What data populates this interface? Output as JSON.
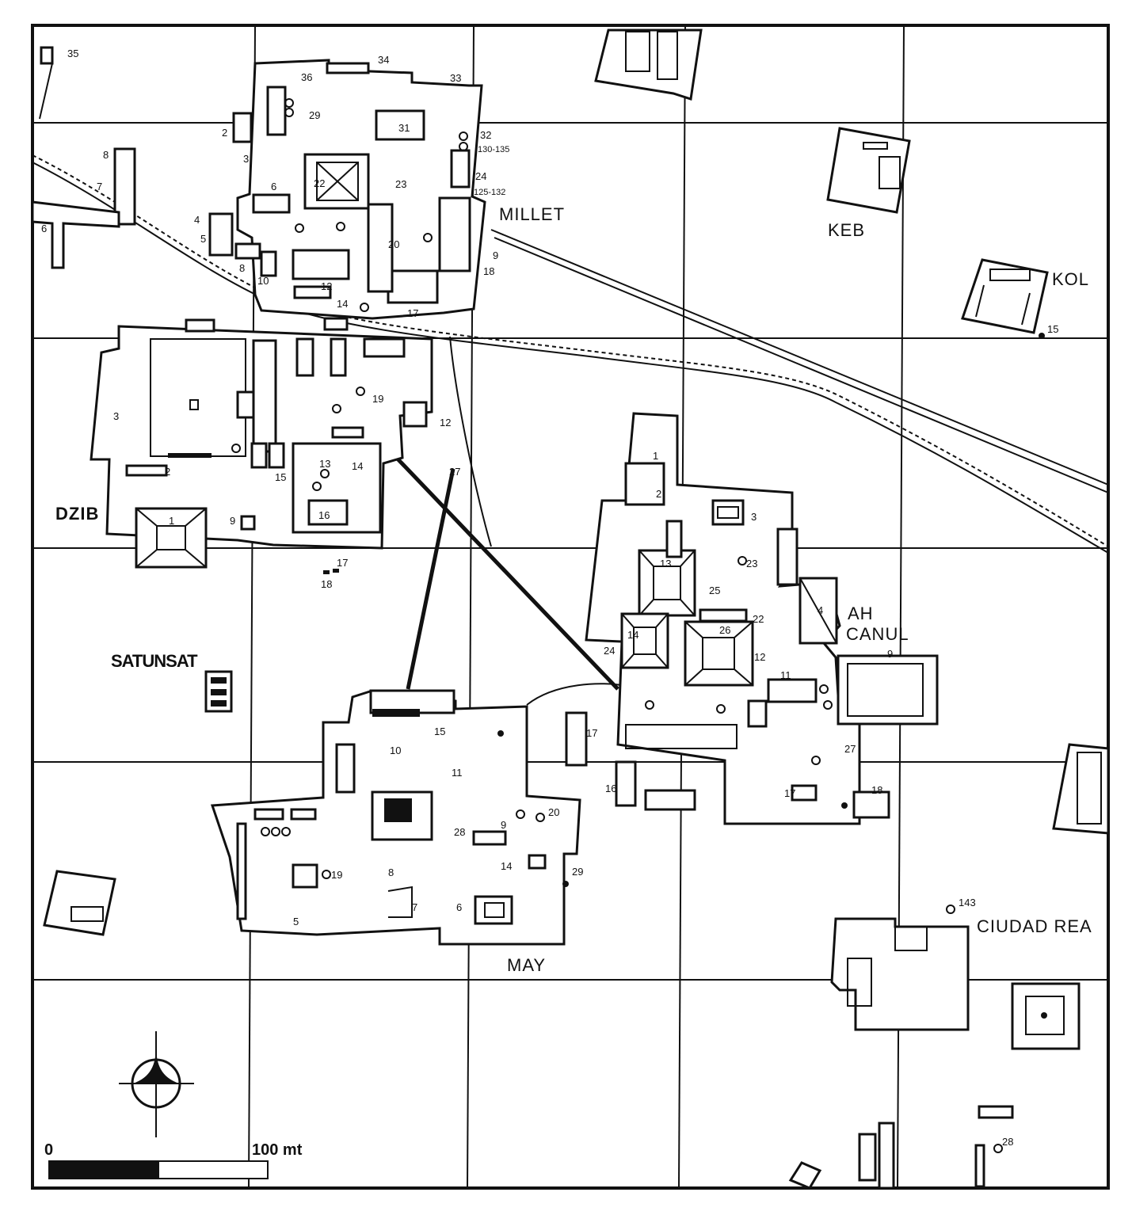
{
  "map": {
    "group_labels": {
      "millet": "MILLET",
      "keb": "KEB",
      "kol": "KOL",
      "dzib": "DZIB",
      "satunsat": "SATUNSAT",
      "ah_canul_line1": "AH",
      "ah_canul_line2": "CANUL",
      "ciudad_real": "CIUDAD REA",
      "may": "MAY"
    },
    "structure_numbers": {
      "millet": [
        "34",
        "33",
        "36",
        "29",
        "31",
        "32",
        "130-135",
        "24",
        "125-132",
        "22",
        "23",
        "20",
        "17",
        "12",
        "14",
        "9",
        "18",
        "6",
        "2",
        "3",
        "4",
        "5",
        "8",
        "10",
        "35"
      ],
      "dzib": [
        "1",
        "2",
        "3",
        "12",
        "13",
        "14",
        "15",
        "16",
        "17",
        "18",
        "19",
        "27",
        "9"
      ],
      "ah_canul": [
        "1",
        "2",
        "3",
        "4",
        "9",
        "11",
        "12",
        "13",
        "14",
        "22",
        "23",
        "24",
        "25",
        "26",
        "27",
        "16",
        "17",
        "18"
      ],
      "may": [
        "5",
        "6",
        "7",
        "8",
        "9",
        "10",
        "11",
        "14",
        "15",
        "17",
        "19",
        "20",
        "28",
        "29"
      ],
      "ciudad_real": [
        "143",
        "28"
      ],
      "kol": [
        "15"
      ]
    },
    "colors": {
      "ink": "#111111",
      "paper": "#ffffff"
    },
    "icons": [
      "north-arrow-icon"
    ]
  },
  "scale_bar": {
    "start_label": "0",
    "end_label": "100 mt"
  }
}
